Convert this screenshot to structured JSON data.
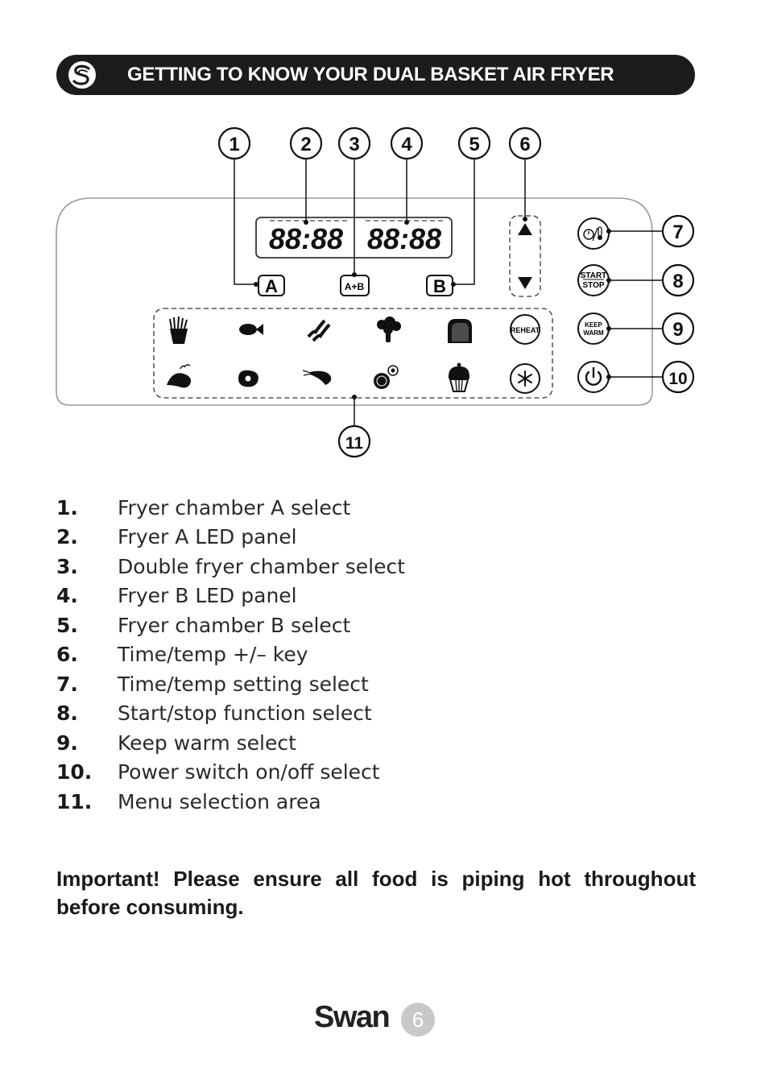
{
  "header": {
    "title": "GETTING TO KNOW YOUR DUAL BASKET AIR FRYER",
    "logo_icon": "swan-s-icon"
  },
  "diagram": {
    "callouts": [
      "1",
      "2",
      "3",
      "4",
      "5",
      "6",
      "7",
      "8",
      "9",
      "10",
      "11"
    ],
    "display_a": "88:88",
    "display_b": "88:88",
    "button_a": "A",
    "button_ab": "A+B",
    "button_b": "B",
    "btn_start_line1": "START",
    "btn_start_line2": "STOP",
    "btn_keep_line1": "KEEP",
    "btn_keep_line2": "WARM",
    "btn_reheat": "REHEAT",
    "menu_icons_row1": [
      "fries-icon",
      "fish-icon",
      "bacon-icon",
      "broccoli-icon",
      "bread-icon",
      "reheat-icon"
    ],
    "menu_icons_row2": [
      "chicken-leg-icon",
      "steak-icon",
      "shrimp-icon",
      "dehydrate-fruit-icon",
      "cupcake-icon",
      "defrost-snowflake-icon"
    ]
  },
  "list": [
    {
      "num": "1.",
      "text": "Fryer chamber A select"
    },
    {
      "num": "2.",
      "text": "Fryer A LED panel"
    },
    {
      "num": "3.",
      "text": "Double fryer chamber select"
    },
    {
      "num": "4.",
      "text": "Fryer B LED panel"
    },
    {
      "num": "5.",
      "text": "Fryer chamber B select"
    },
    {
      "num": "6.",
      "text": "Time/temp +/– key"
    },
    {
      "num": "7.",
      "text": "Time/temp setting select"
    },
    {
      "num": "8.",
      "text": "Start/stop function select"
    },
    {
      "num": "9.",
      "text": "Keep warm select"
    },
    {
      "num": "10.",
      "text": "Power switch on/off select"
    },
    {
      "num": "11.",
      "text": "Menu selection area"
    }
  ],
  "important": "Important! Please ensure all food is piping hot throughout before consuming.",
  "footer": {
    "brand": "Swan",
    "page": "6"
  }
}
